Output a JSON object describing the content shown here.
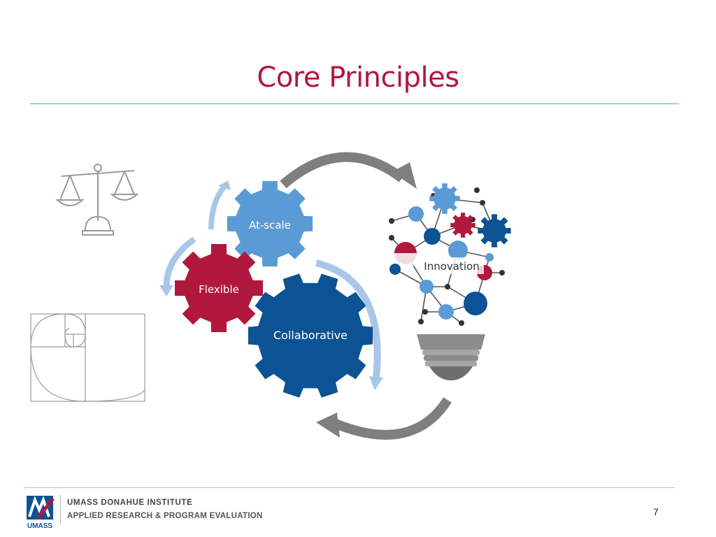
{
  "slide": {
    "title": "Core Principles",
    "page_number": "7"
  },
  "diagram": {
    "gears": {
      "at_scale": "At-scale",
      "flexible": "Flexible",
      "collaborative": "Collaborative"
    },
    "bulb_label": "Innovation"
  },
  "footer": {
    "logo_text": "UMASS",
    "institute": "UMASS DONAHUE INSTITUTE",
    "department": "APPLIED RESEARCH & PROGRAM EVALUATION"
  },
  "colors": {
    "title": "#b0183d",
    "rule": "#5b9bd5",
    "gear_light_blue": "#5b9bd5",
    "gear_red": "#b0183d",
    "gear_dark_blue": "#0b5394",
    "arrow_gray": "#7f7f7f",
    "arrow_light_blue": "#a9c6e8"
  },
  "icons": [
    "balance-scale-icon",
    "golden-spiral-icon",
    "lightbulb-icon",
    "umass-logo-icon"
  ]
}
